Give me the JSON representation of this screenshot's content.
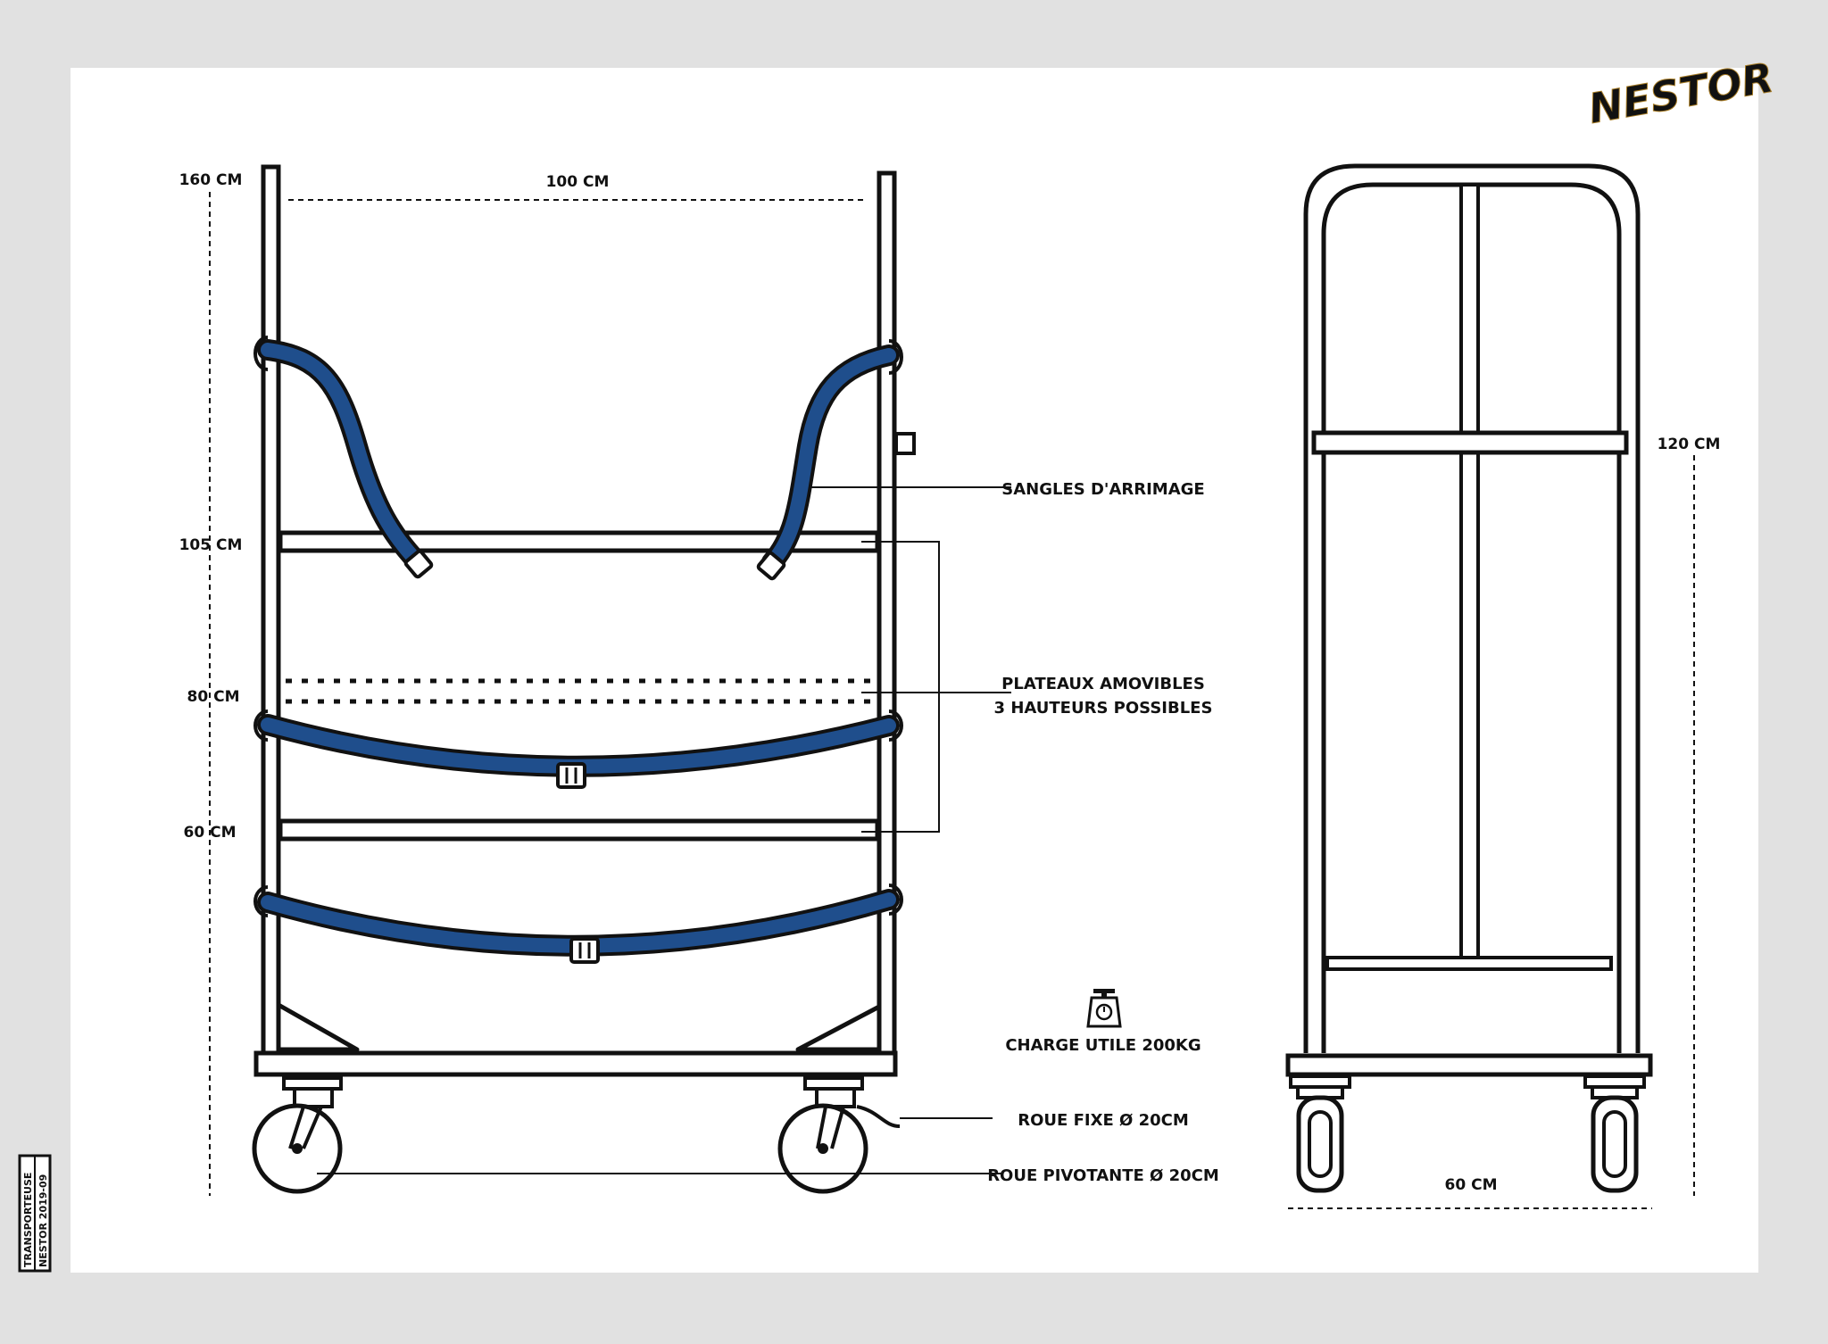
{
  "brand": {
    "logo_text": "NESTOR",
    "logo_color": "#e9b54a"
  },
  "colors": {
    "line": "#111111",
    "strap": "#1f4e8c",
    "sheet": "#ffffff",
    "background": "#e1e1e1"
  },
  "front_view": {
    "height_labels": [
      "160 CM",
      "105 CM",
      "80 CM",
      "60 CM"
    ],
    "width_label": "100 CM"
  },
  "side_view": {
    "height_label": "120 CM",
    "width_label": "60 CM"
  },
  "callouts": {
    "straps": "SANGLES D'ARRIMAGE",
    "trays_line1": "PLATEAUX AMOVIBLES",
    "trays_line2": "3 HAUTEURS POSSIBLES",
    "load": "CHARGE UTILE 200KG",
    "fixed_wheel": "ROUE FIXE Ø 20CM",
    "swivel_wheel": "ROUE PIVOTANTE Ø 20CM"
  },
  "load_icon": "scale-icon",
  "stamp": {
    "line1": "TRANSPORTEUSE",
    "line2": "NESTOR 2019-09"
  }
}
